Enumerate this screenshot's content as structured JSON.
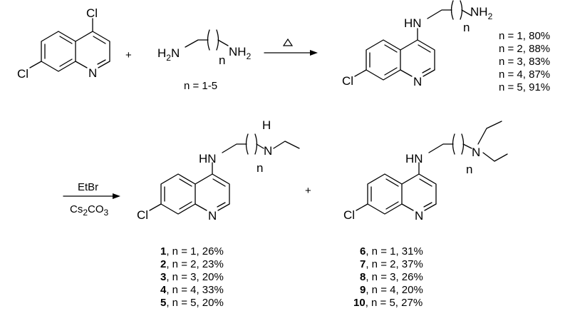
{
  "reaction1": {
    "plus": "+",
    "reactant1": {
      "cl_top": "Cl",
      "cl_left": "Cl",
      "n_ring": "N"
    },
    "reactant2": {
      "h2n_left": "H",
      "h2n_left_sub": "2",
      "h2n_left_n": "N",
      "nh2_right_n": "NH",
      "nh2_right_sub": "2",
      "n_label": "n",
      "range": "n = 1-5"
    },
    "condition": "heat-triangle",
    "product": {
      "hn": "HN",
      "nh2": "NH",
      "nh2_sub": "2",
      "n_label": "n",
      "cl": "Cl",
      "n_ring": "N",
      "yields": [
        "n = 1, 80%",
        "n = 2, 88%",
        "n = 3, 83%",
        "n = 4, 87%",
        "n = 5, 91%"
      ]
    }
  },
  "reaction2": {
    "reagent_top": "EtBr",
    "reagent_bottom_a": "Cs",
    "reagent_bottom_sub1": "2",
    "reagent_bottom_b": "CO",
    "reagent_bottom_sub2": "3",
    "plus": "+",
    "product_mono": {
      "hn": "HN",
      "nh_n": "N",
      "nh_h": "H",
      "n_label": "n",
      "cl": "Cl",
      "n_ring": "N",
      "yields": [
        {
          "num": "1",
          "text": ", n = 1, 26%"
        },
        {
          "num": "2",
          "text": ", n = 2, 23%"
        },
        {
          "num": "3",
          "text": ", n = 3, 20%"
        },
        {
          "num": "4",
          "text": ", n = 4, 33%"
        },
        {
          "num": "5",
          "text": ", n = 5, 20%"
        }
      ]
    },
    "product_di": {
      "hn": "HN",
      "n_amine": "N",
      "n_label": "n",
      "cl": "Cl",
      "n_ring": "N",
      "yields": [
        {
          "num": "6",
          "text": ", n = 1, 31%"
        },
        {
          "num": "7",
          "text": ", n = 2, 37%"
        },
        {
          "num": "8",
          "text": ", n = 3, 26%"
        },
        {
          "num": "9",
          "text": ", n = 4, 20%"
        },
        {
          "num": "10",
          "text": ", n = 5, 27%"
        }
      ]
    }
  }
}
